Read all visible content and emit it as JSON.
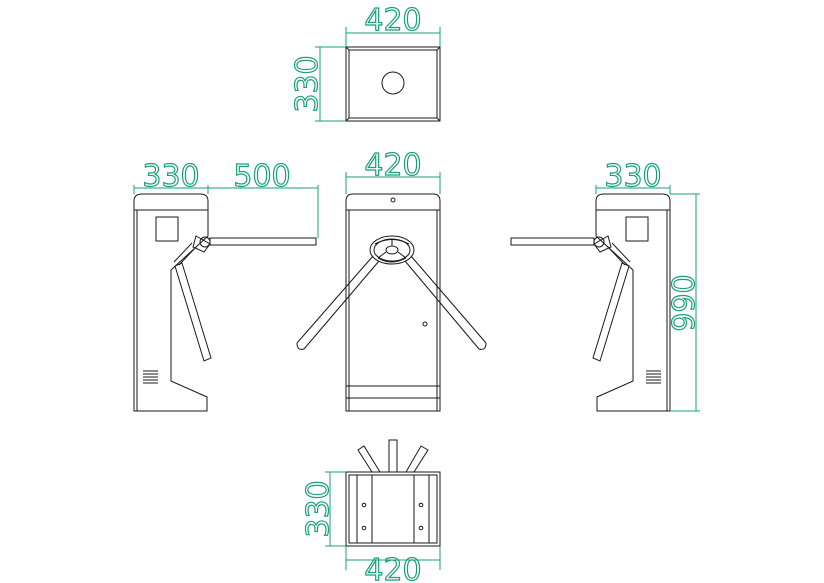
{
  "colors": {
    "line": "#1a1a1a",
    "dimension": "#1aa079",
    "background": "#ffffff"
  },
  "dimensions": {
    "top_view_width": "420",
    "top_view_depth": "330",
    "left_view_depth": "330",
    "arm_length": "500",
    "front_view_width": "420",
    "right_view_depth": "330",
    "height": "990",
    "base_view_depth": "330",
    "base_view_width": "420"
  }
}
